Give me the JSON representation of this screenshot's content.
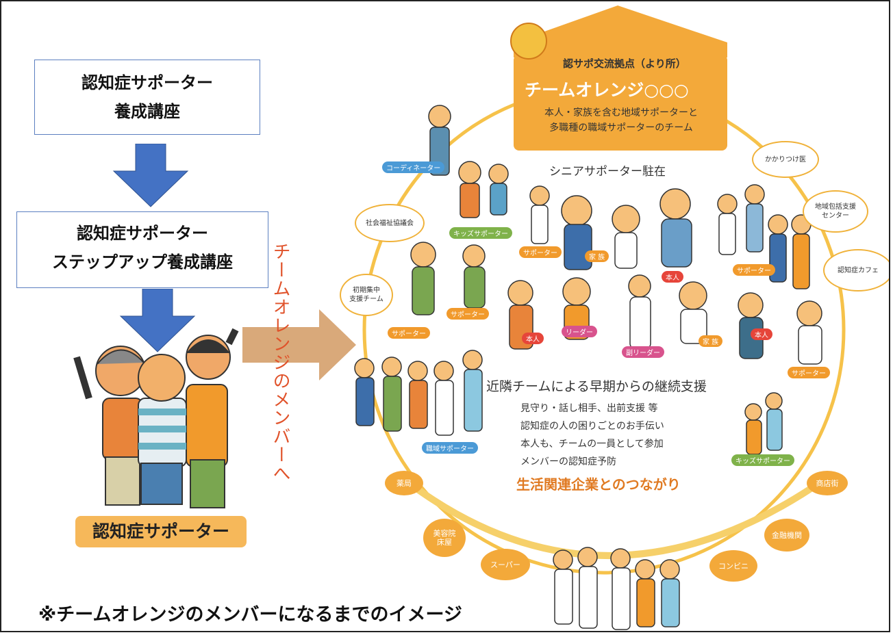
{
  "left_flow": {
    "step1": {
      "line1": "認知症サポーター",
      "line2": "養成講座"
    },
    "step2": {
      "line1": "認知症サポーター",
      "line2": "ステップアップ養成講座"
    },
    "supporter_label": "認知症サポーター"
  },
  "arrow_text": "チームオレンジのメンバーへ",
  "team": {
    "hub_title": "認サポ交流拠点（より所）",
    "team_name": "チームオレンジ○○○",
    "team_desc_line1": "本人・家族を含む地域サポーターと",
    "team_desc_line2": "多職種の職域サポーターのチーム",
    "senior": "シニアサポーター駐在",
    "support_title": "近隣チームによる早期からの継続支援",
    "support_items": [
      "見守り・話し相手、出前支援 等",
      "認知症の人の困りごとのお手伝い",
      "本人も、チームの一員として参加",
      "メンバーの認知症予防"
    ],
    "company_link": "生活関連企業とのつながり"
  },
  "outer_bubbles": {
    "coordinator": "コーディネーター",
    "social_welfare": "社会福祉協議会",
    "early_team_l1": "初期集中",
    "early_team_l2": "支援チーム",
    "family_doctor": "かかりつけ医",
    "center_l1": "地域包括支援",
    "center_l2": "センター",
    "cafe": "認知症カフェ"
  },
  "tags": {
    "kids1": "キッズサポーター",
    "supporter1": "サポーター",
    "family1": "家 族",
    "honnin1": "本人",
    "supporter2": "サポーター",
    "supporter3": "サポーター",
    "supporter4": "サポーター",
    "honnin2": "本人",
    "leader": "リーダー",
    "subleader": "副リーダー",
    "family2": "家 族",
    "honnin3": "本人",
    "supporter5": "サポーター",
    "workplace": "職域サポーター",
    "kids2": "キッズサポーター"
  },
  "companies": {
    "pharmacy": "薬局",
    "beauty_l1": "美容院",
    "beauty_l2": "床屋",
    "super": "スーパー",
    "convenience": "コンビニ",
    "bank": "金融機関",
    "shopping": "商店街"
  },
  "note": "※チームオレンジのメンバーになるまでのイメージ",
  "colors": {
    "orange": "#f3a93a",
    "blue_arrow": "#4472c4",
    "tan_arrow": "#d9a97a",
    "box_border": "#5b7fc0"
  }
}
